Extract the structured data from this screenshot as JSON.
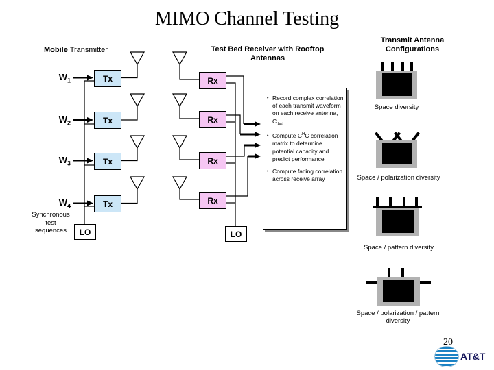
{
  "title": "MIMO Channel Testing",
  "page_number": "20",
  "logo": {
    "brand": "AT&T"
  },
  "transmitter": {
    "header_bold": "Mobile",
    "header_rest": " Transmitter",
    "inputs": [
      {
        "label": "W",
        "sub": "1"
      },
      {
        "label": "W",
        "sub": "2"
      },
      {
        "label": "W",
        "sub": "3"
      },
      {
        "label": "W",
        "sub": "4"
      }
    ],
    "tx_label": "Tx",
    "lo_label": "LO",
    "note_line1": "Synchronous",
    "note_line2": "test",
    "note_line3": "sequences"
  },
  "receiver": {
    "header_line1": "Test Bed Receiver with Rooftop",
    "header_line2": "Antennas",
    "rx_label": "Rx",
    "lo_label": "LO"
  },
  "analysis_box": {
    "bullets": [
      {
        "pre": "Record complex correlation of each transmit waveform on each receive antenna, C",
        "sub": "dxd"
      },
      {
        "pre": "Compute C",
        "sup": "H",
        "post": "C correlation matrix to determine potential capacity and predict performance"
      },
      {
        "pre": "Compute fading correlation across receive array"
      }
    ]
  },
  "configurations": {
    "header_line1": "Transmit Antenna",
    "header_line2": "Configurations",
    "items": [
      {
        "caption": "Space diversity"
      },
      {
        "caption": "Space / polarization diversity"
      },
      {
        "caption": "Space / pattern diversity"
      },
      {
        "caption_line1": "Space / polarization / pattern",
        "caption_line2": "diversity"
      }
    ]
  },
  "colors": {
    "tx_fill": "#cce6f7",
    "rx_fill": "#f6c6f3",
    "config_gray": "#b2b2b2",
    "att_blue": "#1b82c4"
  }
}
